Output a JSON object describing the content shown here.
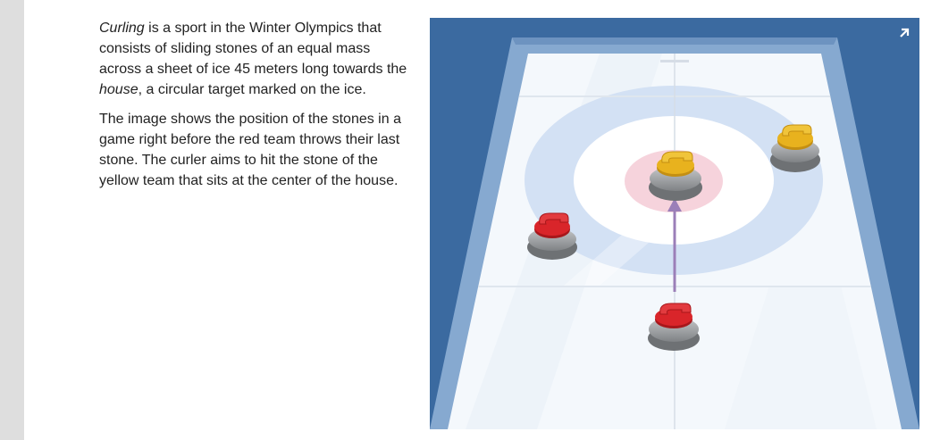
{
  "intro": {
    "p1_em": "Curling",
    "p1_a": " is a sport in the Winter Olympics that consists of sliding stones of an equal mass across a sheet of ice 45 meters long towards the ",
    "p1_em2": "house",
    "p1_b": ", a circular target marked on the ice.",
    "p2": "The image shows the position of the stones in a game right before the red team throws their last stone. The curler aims to hit the stone of the yellow team that sits at the center of the house."
  },
  "figure": {
    "expand_icon": "arrow-up-right-icon",
    "colors": {
      "background": "#3b6aa0",
      "wall": "#86a9d0",
      "ice": "#f4f8fc",
      "ring_outer": "#d3e1f4",
      "ring_inner": "#ffffff",
      "button": "#f6d3dc",
      "red_stone": "#d9252a",
      "yellow_stone": "#e8b21e",
      "granite": "#9ea1a4",
      "arrow": "#9b7fb8"
    },
    "stones": [
      {
        "team": "yellow",
        "position": "center of the house"
      },
      {
        "team": "yellow",
        "position": "back right"
      },
      {
        "team": "red",
        "position": "left edge of the house"
      },
      {
        "team": "red",
        "position": "thrower"
      }
    ]
  }
}
